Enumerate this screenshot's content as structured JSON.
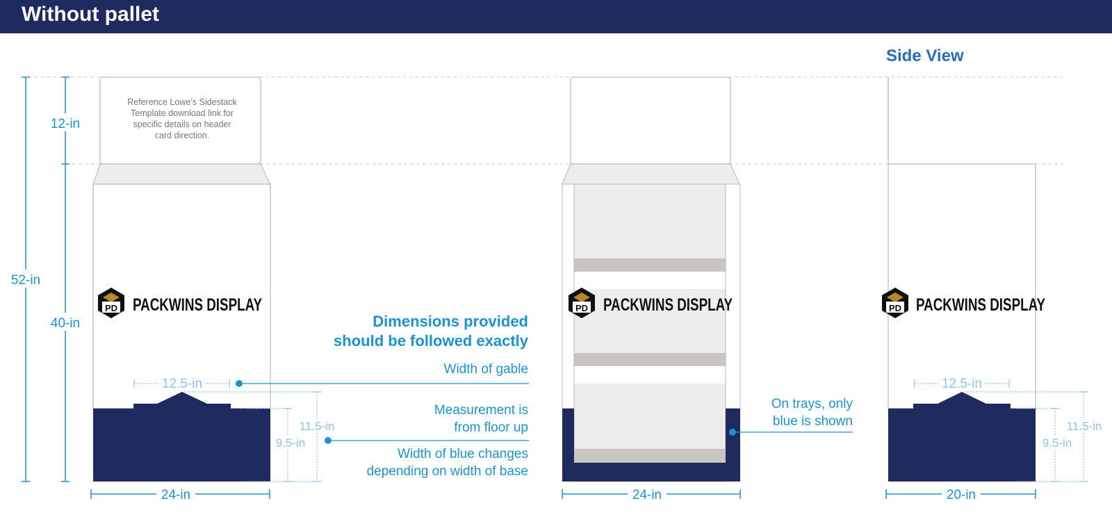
{
  "header": {
    "title": "Without pallet"
  },
  "side_view_title": "Side View",
  "header_card_note": [
    "Reference Lowe’s Sidestack",
    "Template download link for",
    "specific details on header",
    "card direction."
  ],
  "brand": {
    "name": "PACKWINS DISPLAY",
    "monogram": "PD"
  },
  "dimensions": {
    "total_height": "52-in",
    "header_height": "12-in",
    "body_height": "40-in",
    "gable_width": "12.5-in",
    "gable_height": "11.5-in",
    "blue_height": "9.5-in",
    "front_width": "24-in",
    "tray_width": "24-in",
    "side_width": "20-in"
  },
  "notes": {
    "headline": [
      "Dimensions provided",
      "should be followed exactly"
    ],
    "gable": "Width of gable",
    "floor": [
      "Measurement is",
      "from floor up"
    ],
    "blue_width": [
      "Width of blue changes",
      "depending on width of base"
    ],
    "trays": [
      "On trays, only",
      "blue is shown"
    ]
  },
  "colors": {
    "navy": "#1f2a5f",
    "accent_blue": "#1c93d0",
    "light_blue": "#8cc3e6",
    "title_blue": "#2a6db5",
    "outline_gray": "#b8b8b8",
    "tray_gray": "#ededee",
    "shelf_gray": "#c8c5c3",
    "logo_gold": "#b8862c"
  }
}
